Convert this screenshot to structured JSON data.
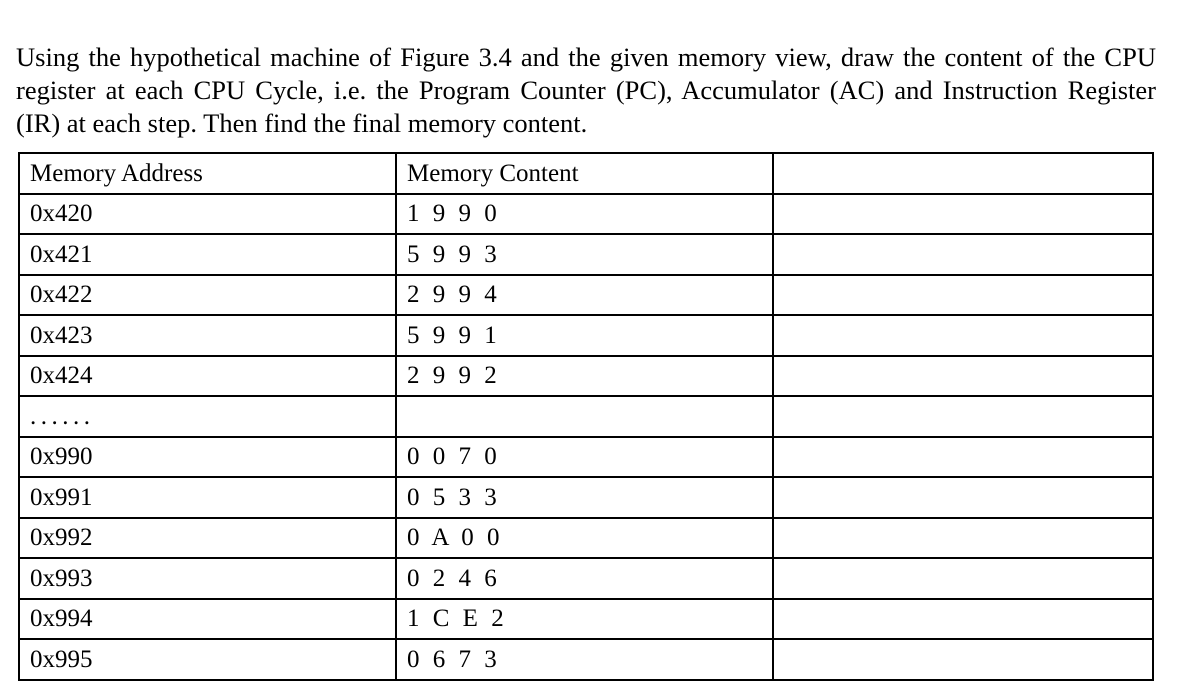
{
  "question": {
    "text": "Using the hypothetical machine of Figure 3.4 and the given memory view, draw the content of the CPU register at each CPU Cycle, i.e. the Program Counter (PC), Accumulator (AC) and Instruction Register (IR) at each step. Then find the final memory content."
  },
  "table": {
    "headers": {
      "address": "Memory Address",
      "content": "Memory Content",
      "blank": ""
    },
    "rows": [
      {
        "address": "0x420",
        "content": "1 9 9 0",
        "blank": ""
      },
      {
        "address": "0x421",
        "content": "5 9 9 3",
        "blank": ""
      },
      {
        "address": "0x422",
        "content": "2 9 9 4",
        "blank": ""
      },
      {
        "address": "0x423",
        "content": "5 9 9 1",
        "blank": ""
      },
      {
        "address": "0x424",
        "content": "2 9 9 2",
        "blank": ""
      },
      {
        "address": "......",
        "content": "",
        "blank": ""
      },
      {
        "address": "0x990",
        "content": "0 0 7 0",
        "blank": ""
      },
      {
        "address": "0x991",
        "content": "0 5 3 3",
        "blank": ""
      },
      {
        "address": "0x992",
        "content": "0 A 0 0",
        "blank": ""
      },
      {
        "address": "0x993",
        "content": "0 2 4 6",
        "blank": ""
      },
      {
        "address": "0x994",
        "content": "1 C E 2",
        "blank": ""
      },
      {
        "address": "0x995",
        "content": "0 6 7 3",
        "blank": ""
      }
    ]
  },
  "colors": {
    "text": "#000000",
    "border": "#000000",
    "background": "#ffffff"
  }
}
